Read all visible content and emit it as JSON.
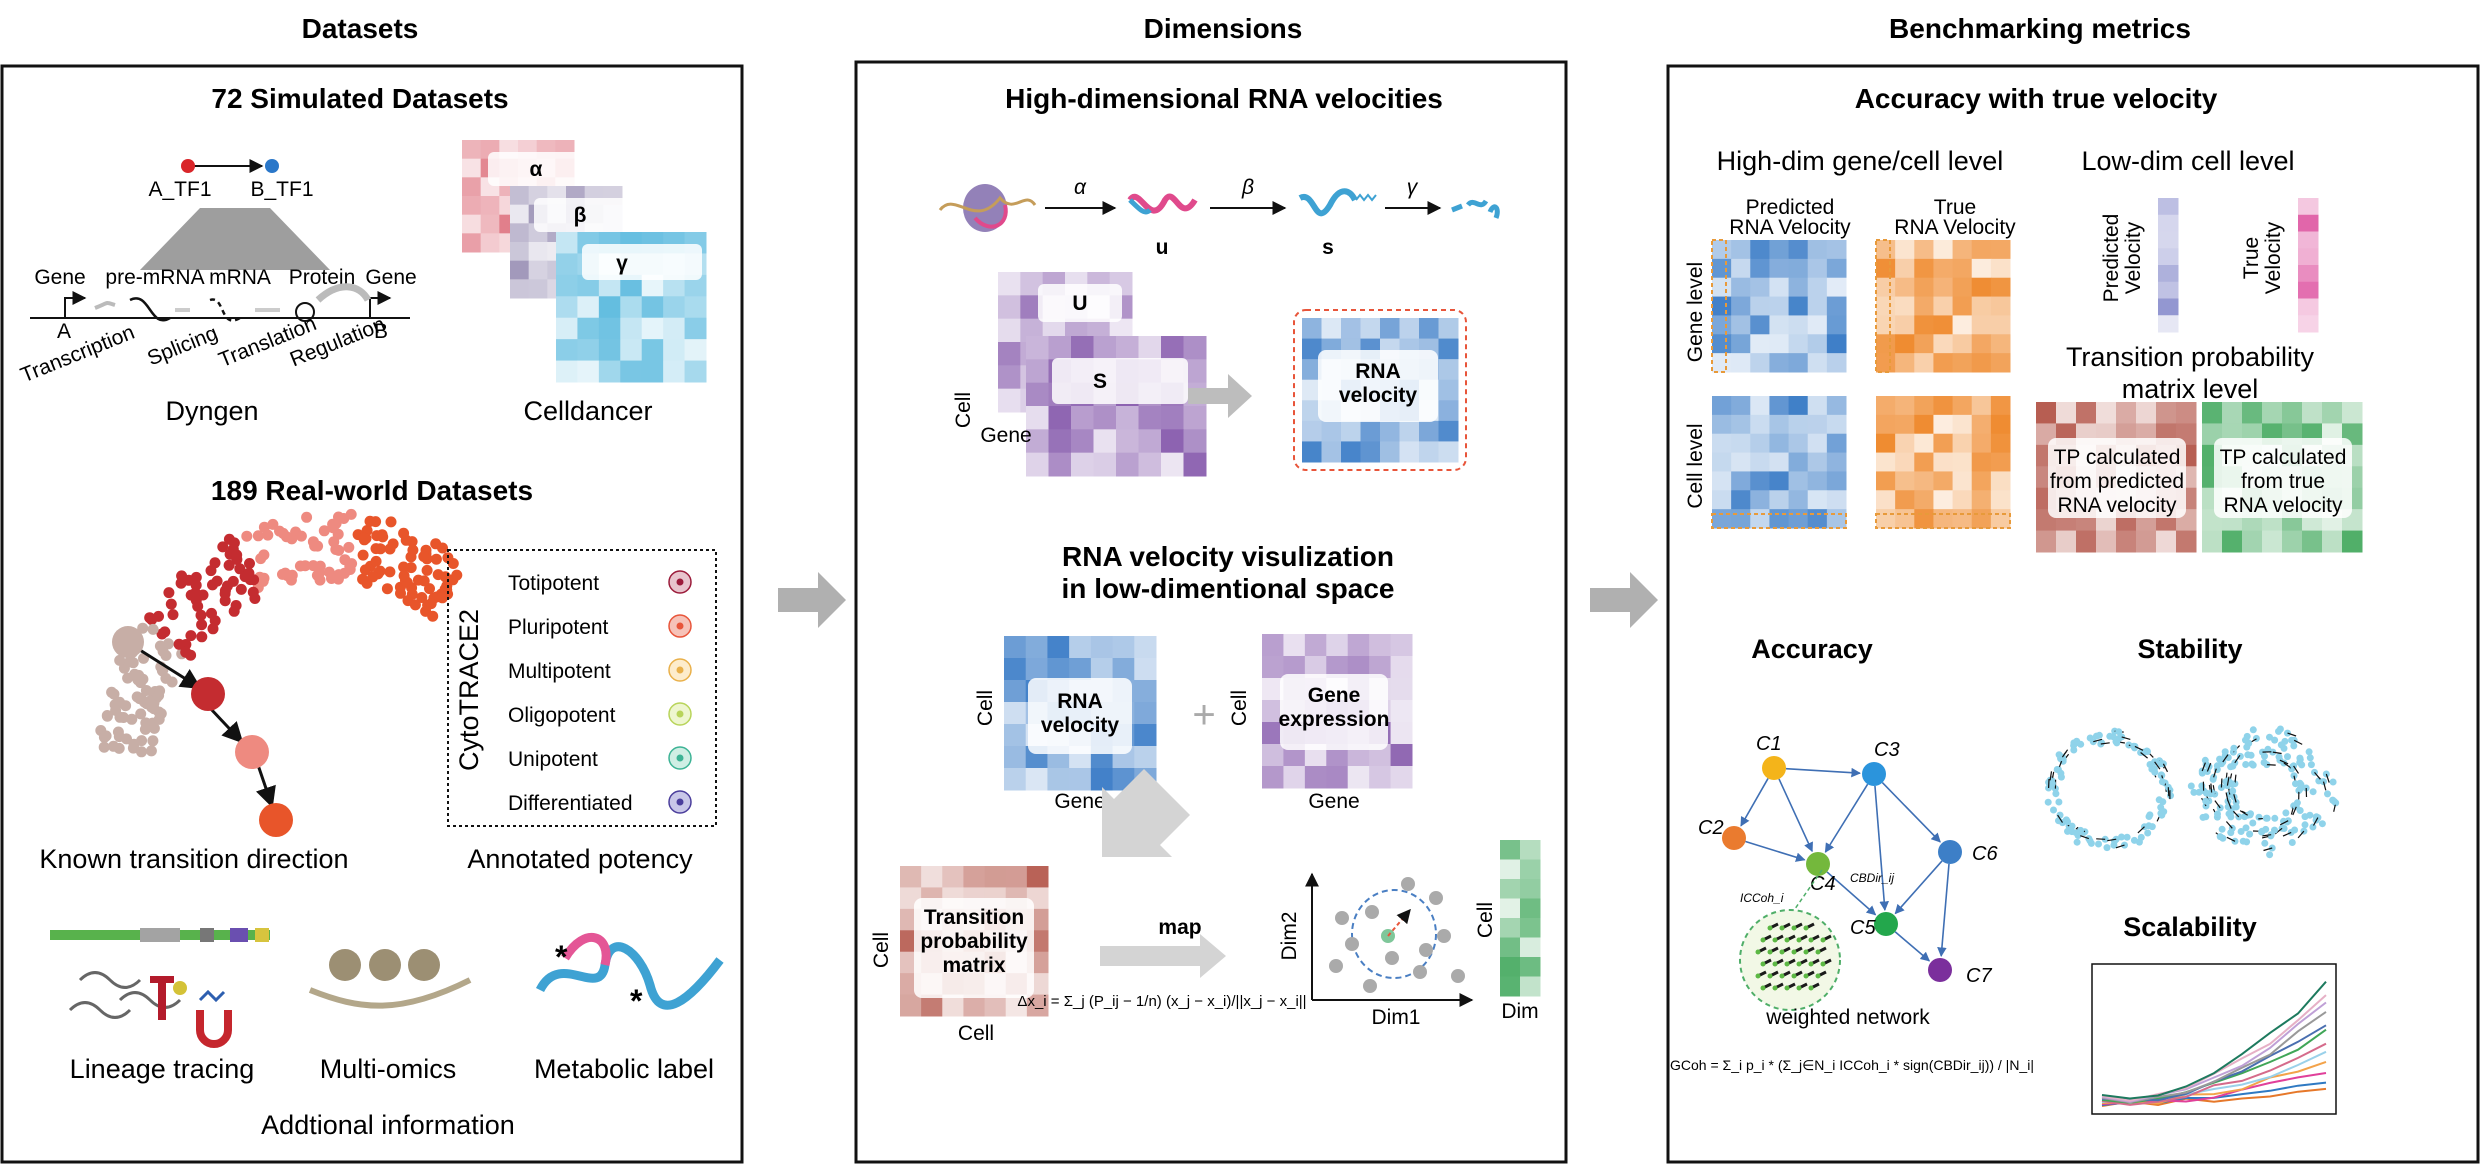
{
  "columns": {
    "datasets": "Datasets",
    "dimensions": "Dimensions",
    "metrics": "Benchmarking metrics"
  },
  "datasets": {
    "simulated_title": "72 Simulated Datasets",
    "tf_a": "A_TF1",
    "tf_b": "B_TF1",
    "gene": "Gene",
    "pre_mrna": "pre-mRNA",
    "mrna": "mRNA",
    "protein": "Protein",
    "gene2": "Gene",
    "a": "A",
    "b": "B",
    "transcription": "Transcription",
    "splicing": "Splicing",
    "translation": "Translation",
    "regulation": "Regulation",
    "dyngen": "Dyngen",
    "celldancer": "Celldancer",
    "alpha": "α",
    "beta": "β",
    "gamma": "γ",
    "real_title": "189 Real-world Datasets",
    "cytotrace": "CytoTRACE2",
    "potency": [
      "Totipotent",
      "Pluripotent",
      "Multipotent",
      "Oligopotent",
      "Unipotent",
      "Differentiated"
    ],
    "known_transition": "Known transition direction",
    "annotated_potency": "Annotated potency",
    "lineage": "Lineage tracing",
    "multiomics": "Multi-omics",
    "metabolic": "Metabolic label",
    "additional": "Addtional information"
  },
  "dimensions": {
    "hd_title": "High-dimensional RNA velocities",
    "alpha": "α",
    "beta": "β",
    "gamma": "γ",
    "u": "u",
    "s": "s",
    "U": "U",
    "S": "S",
    "cell": "Cell",
    "gene": "Gene",
    "rna_velocity_1": "RNA",
    "rna_velocity_2": "velocity",
    "lowdim_title_1": "RNA velocity visulization",
    "lowdim_title_2": "in low-dimentional space",
    "gene_expr_1": "Gene",
    "gene_expr_2": "expression",
    "plus": "+",
    "tp_1": "Transition",
    "tp_2": "probability",
    "tp_3": "matrix",
    "map": "map",
    "dim1": "Dim1",
    "dim2": "Dim2",
    "dim": "Dim",
    "formula": "Δx_i = Σ_j (P_ij − 1/n) (x_j − x_i)/||x_j − x_i||"
  },
  "metrics": {
    "acc_title": "Accuracy with true velocity",
    "high_dim": "High-dim gene/cell level",
    "low_dim": "Low-dim cell level",
    "predicted_1": "Predicted",
    "predicted_2": "RNA Velocity",
    "true_1": "True",
    "true_2": "RNA Velocity",
    "gene_level": "Gene level",
    "cell_level": "Cell level",
    "pred_vel_1": "Predicted",
    "pred_vel_2": "Velocity",
    "true_vel_1": "True",
    "true_vel_2": "Velocity",
    "tp_level_1": "Transition probability",
    "tp_level_2": "matrix level",
    "tp_pred": [
      "TP calculated",
      "from predicted",
      "RNA velocity"
    ],
    "tp_true": [
      "TP calculated",
      "from true",
      "RNA velocity"
    ],
    "accuracy": "Accuracy",
    "stability": "Stability",
    "scalability": "Scalability",
    "nodes": [
      "C1",
      "C2",
      "C3",
      "C4",
      "C5",
      "C6",
      "C7"
    ],
    "icc": "ICCoh_i",
    "cbd": "CBDir_ij",
    "weighted_network": "weighted network",
    "gcoh": "GCoh = Σ_i p_i * (Σ_j∈N_i ICCoh_i * sign(CBDir_ij)) / |N_i|"
  },
  "colors": {
    "blue": "#3f7fc8",
    "orange": "#ef8a2e",
    "purple": "#8c62b0",
    "red_brown": "#b55a4e",
    "green": "#4fae68",
    "pink": "#e05ea6",
    "arrow_gray": "#bdbdbd"
  }
}
